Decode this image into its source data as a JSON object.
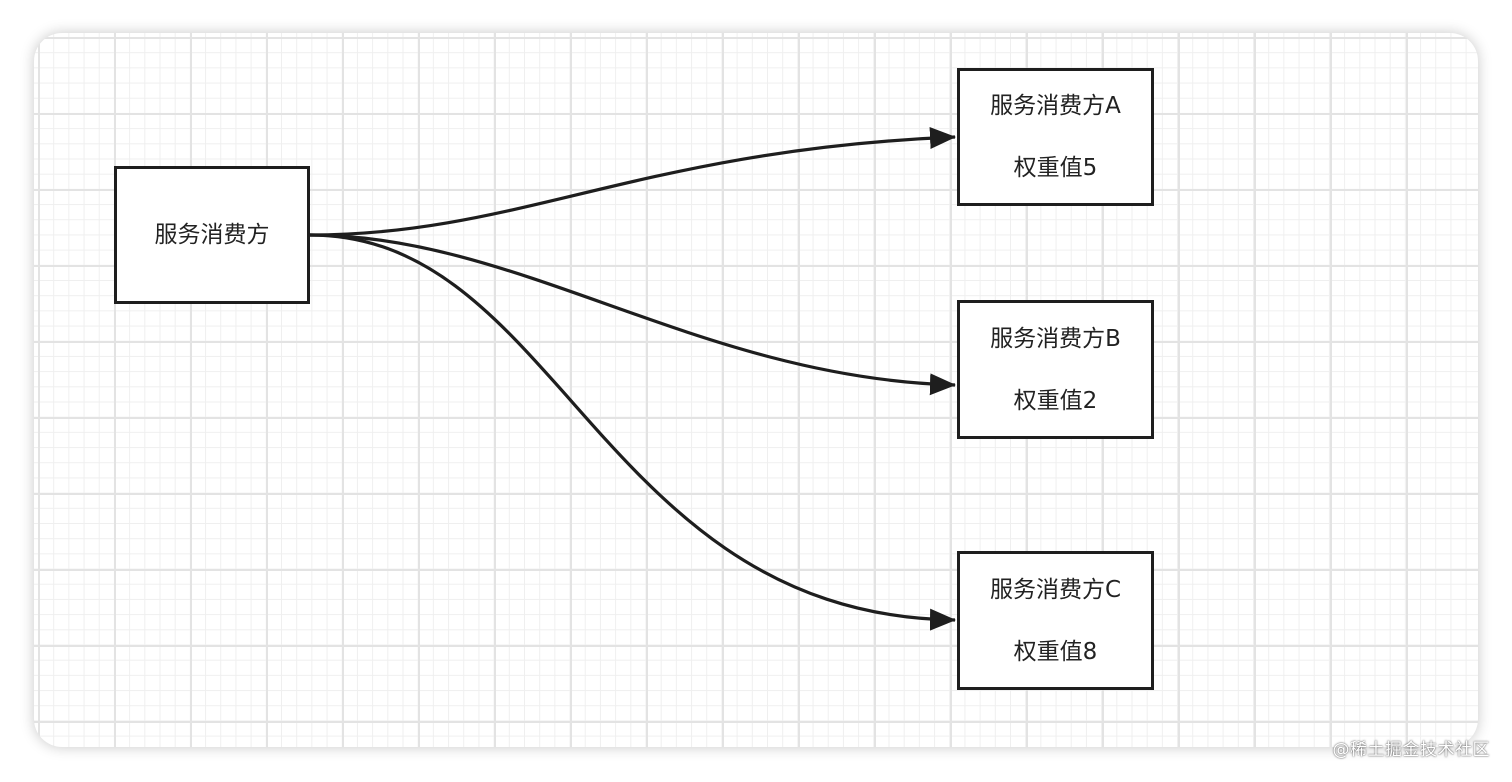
{
  "diagram": {
    "source": {
      "label": "服务消费方"
    },
    "targets": [
      {
        "name": "服务消费方A",
        "weight": "权重值5"
      },
      {
        "name": "服务消费方B",
        "weight": "权重值2"
      },
      {
        "name": "服务消费方C",
        "weight": "权重值8"
      }
    ],
    "edges": [
      {
        "from": "服务消费方",
        "to": "服务消费方A"
      },
      {
        "from": "服务消费方",
        "to": "服务消费方B"
      },
      {
        "from": "服务消费方",
        "to": "服务消费方C"
      }
    ]
  },
  "watermark": "@稀土掘金技术社区",
  "colors": {
    "stroke": "#1e1e1e",
    "grid": "#e3e3e3",
    "text": "#222222"
  }
}
